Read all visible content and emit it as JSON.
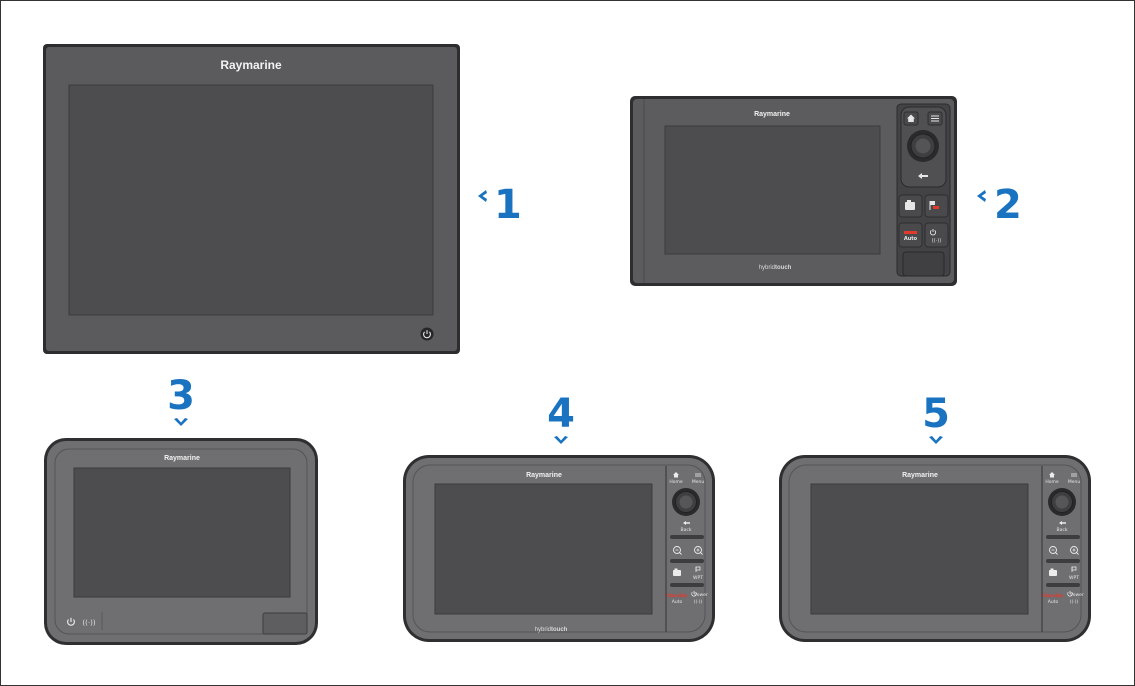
{
  "brand": "Raymarine",
  "footer": {
    "prefix": "hybrid",
    "suffix": "touch"
  },
  "callouts": [
    "1",
    "2",
    "3",
    "4",
    "5"
  ],
  "buttons": {
    "home": "Home",
    "menu": "Menu",
    "back": "Back",
    "wpt": "WPT",
    "power": "Power",
    "standby": "Standby",
    "auto": "Auto"
  },
  "colors": {
    "frame": "#333335",
    "bezel": "#5d5d5f",
    "screen": "#4e4e50",
    "light_bezel": "#707072",
    "callout": "#1a73c1"
  }
}
